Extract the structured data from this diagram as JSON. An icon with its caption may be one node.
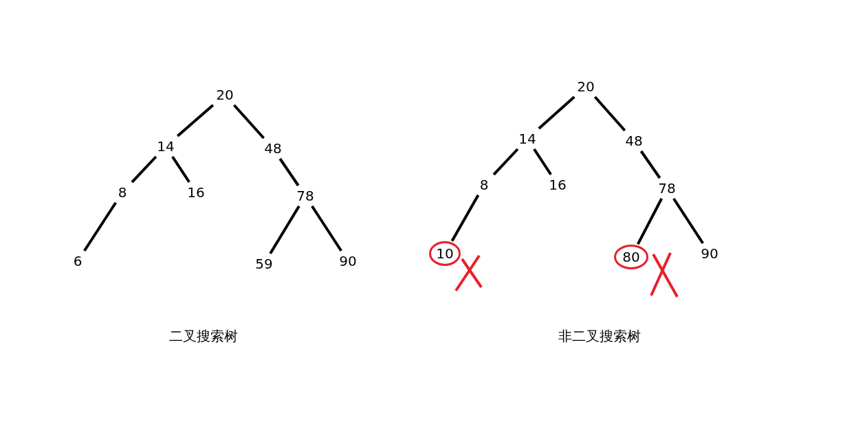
{
  "diagram": {
    "nodes": [
      {
        "text": [
          "20"
        ]
      },
      {
        "text": [
          "14"
        ]
      },
      {
        "text": [
          "48"
        ]
      },
      {
        "text": [
          "8"
        ]
      },
      {
        "text": [
          "16"
        ]
      },
      {
        "text": [
          "78"
        ]
      },
      {
        "text": [
          "6"
        ]
      },
      {
        "text": [
          "59"
        ]
      },
      {
        "text": [
          "90"
        ]
      },
      {
        "text": [
          "20"
        ]
      },
      {
        "text": [
          "14"
        ]
      },
      {
        "text": [
          "48"
        ]
      },
      {
        "text": [
          "8"
        ]
      },
      {
        "text": [
          "16"
        ]
      },
      {
        "text": [
          "78"
        ]
      },
      {
        "text": [
          "10"
        ]
      },
      {
        "text": [
          "80"
        ]
      },
      {
        "text": [
          "90"
        ]
      }
    ],
    "edges": [
      {
        "from": 0,
        "to": 1,
        "arrow": "none"
      },
      {
        "from": 0,
        "to": 2,
        "arrow": "none"
      },
      {
        "from": 1,
        "to": 3,
        "arrow": "none"
      },
      {
        "from": 1,
        "to": 4,
        "arrow": "none"
      },
      {
        "from": 2,
        "to": 5,
        "arrow": "none"
      },
      {
        "from": 3,
        "to": 6,
        "arrow": "none"
      },
      {
        "from": 5,
        "to": 7,
        "arrow": "none"
      },
      {
        "from": 5,
        "to": 8,
        "arrow": "none"
      },
      {
        "from": 9,
        "to": 10,
        "arrow": "none"
      },
      {
        "from": 9,
        "to": 11,
        "arrow": "none"
      },
      {
        "from": 10,
        "to": 12,
        "arrow": "none"
      },
      {
        "from": 10,
        "to": 13,
        "arrow": "none"
      },
      {
        "from": 11,
        "to": 14,
        "arrow": "none"
      },
      {
        "from": 12,
        "to": 15,
        "arrow": "none"
      },
      {
        "from": 14,
        "to": 16,
        "arrow": "none"
      },
      {
        "from": 14,
        "to": 17,
        "arrow": "none"
      }
    ],
    "labels": [
      "二叉搜索树",
      "非二叉搜索树"
    ]
  }
}
